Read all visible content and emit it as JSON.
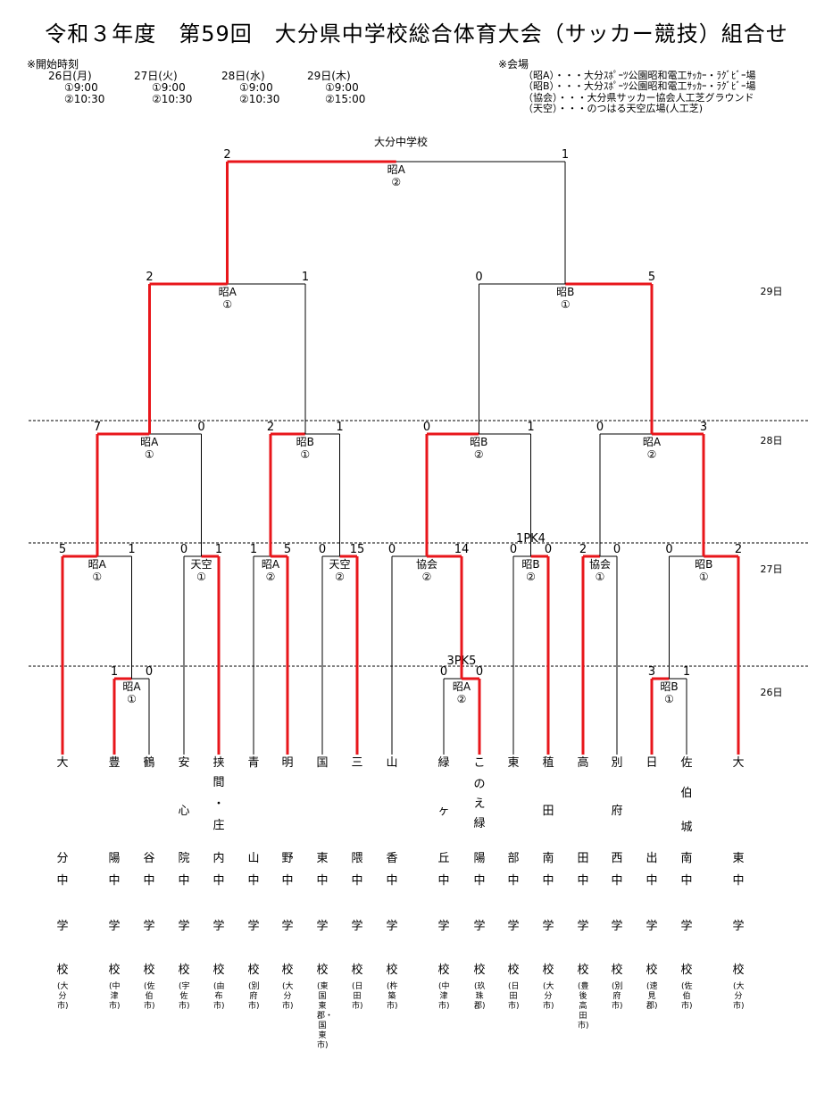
{
  "title": "令和３年度　第59回　大分県中学校総合体育大会（サッカー競技）組合せ",
  "schedule": {
    "header": "※開始時刻",
    "days": [
      {
        "date": "26日(月)",
        "t1": "①9:00",
        "t2": "②10:30"
      },
      {
        "date": "27日(火)",
        "t1": "①9:00",
        "t2": "②10:30"
      },
      {
        "date": "28日(水)",
        "t1": "①9:00",
        "t2": "②10:30"
      },
      {
        "date": "29日(木)",
        "t1": "①9:00",
        "t2": "②15:00"
      }
    ]
  },
  "venues": {
    "header": "※会場",
    "items": [
      "（昭A）・・・大分ｽﾎﾟｰﾂ公園昭和電工ｻｯｶｰ・ﾗｸﾞﾋﾞｰ場",
      "（昭B）・・・大分ｽﾎﾟｰﾂ公園昭和電工ｻｯｶｰ・ﾗｸﾞﾋﾞｰ場",
      "（協会）・・・大分県サッカー協会人工芝グラウンド",
      "（天空）・・・のつはる天空広場(人工芝)"
    ]
  },
  "day_labels": [
    "29日",
    "28日",
    "27日",
    "26日"
  ],
  "champion": "大分中学校",
  "schools": [
    {
      "top": "大",
      "mid": "",
      "bot": "分",
      "city": "(大分市)"
    },
    {
      "top": "豊",
      "mid": "",
      "bot": "陽",
      "city": "(中津市)"
    },
    {
      "top": "鶴",
      "mid": "",
      "bot": "谷",
      "city": "(佐伯市)"
    },
    {
      "top": "安",
      "mid": "心",
      "bot": "院",
      "city": "(宇佐市)"
    },
    {
      "top": "挟",
      "mid": "間・庄",
      "bot": "内",
      "city": "(由布市)"
    },
    {
      "top": "青",
      "mid": "",
      "bot": "山",
      "city": "(別府市)"
    },
    {
      "top": "明",
      "mid": "",
      "bot": "野",
      "city": "(大分市)"
    },
    {
      "top": "国",
      "mid": "",
      "bot": "東",
      "city": "(東国東郡・国東市)"
    },
    {
      "top": "三",
      "mid": "",
      "bot": "隈",
      "city": "(日田市)"
    },
    {
      "top": "山",
      "mid": "",
      "bot": "香",
      "city": "(杵築市)"
    },
    {
      "top": "緑",
      "mid": "ヶ",
      "bot": "丘",
      "city": "(中津市)"
    },
    {
      "top": "こ",
      "mid": "このえ緑",
      "bot": "陽",
      "city": "(玖珠郡)"
    },
    {
      "top": "東",
      "mid": "",
      "bot": "部",
      "city": "(日田市)"
    },
    {
      "top": "稙",
      "mid": "田",
      "bot": "南",
      "city": "(大分市)"
    },
    {
      "top": "高",
      "mid": "",
      "bot": "田",
      "city": "(豊後高田市)"
    },
    {
      "top": "別",
      "mid": "府",
      "bot": "西",
      "city": "(別府市)"
    },
    {
      "top": "日",
      "mid": "",
      "bot": "出",
      "city": "(速見郡)"
    },
    {
      "top": "佐",
      "mid": "伯城",
      "bot": "南",
      "city": "(佐伯市)"
    },
    {
      "top": "大",
      "mid": "",
      "bot": "東",
      "city": "(大分市)"
    }
  ],
  "suffix": [
    "中",
    "学",
    "校"
  ],
  "matches": [
    {
      "venue": "昭A",
      "slot": "①",
      "s1": "1",
      "s2": "0"
    },
    {
      "venue": "昭A",
      "slot": "②",
      "s1": "0",
      "s2": "0",
      "pk": "3PK5"
    },
    {
      "venue": "昭B",
      "slot": "①",
      "s1": "3",
      "s2": "1"
    },
    {
      "venue": "昭A",
      "slot": "①",
      "s1": "5",
      "s2": "1"
    },
    {
      "venue": "天空",
      "slot": "①",
      "s1": "0",
      "s2": "1"
    },
    {
      "venue": "昭A",
      "slot": "②",
      "s1": "1",
      "s2": "5"
    },
    {
      "venue": "天空",
      "slot": "②",
      "s1": "0",
      "s2": "15"
    },
    {
      "venue": "協会",
      "slot": "②",
      "s1": "0",
      "s2": "14"
    },
    {
      "venue": "昭B",
      "slot": "②",
      "s1": "0",
      "s2": "0",
      "pk": "1PK4"
    },
    {
      "venue": "協会",
      "slot": "①",
      "s1": "2",
      "s2": "0"
    },
    {
      "venue": "昭B",
      "slot": "①",
      "s1": "0",
      "s2": "2"
    },
    {
      "venue": "昭A",
      "slot": "①",
      "s1": "7",
      "s2": "0"
    },
    {
      "venue": "昭B",
      "slot": "①",
      "s1": "2",
      "s2": "1"
    },
    {
      "venue": "昭B",
      "slot": "②",
      "s1": "0",
      "s2": "1"
    },
    {
      "venue": "昭A",
      "slot": "②",
      "s1": "0",
      "s2": "3"
    },
    {
      "venue": "昭A",
      "slot": "①",
      "s1": "2",
      "s2": "1"
    },
    {
      "venue": "昭B",
      "slot": "①",
      "s1": "0",
      "s2": "5"
    },
    {
      "venue": "昭A",
      "slot": "②",
      "s1": "2",
      "s2": "1"
    }
  ]
}
